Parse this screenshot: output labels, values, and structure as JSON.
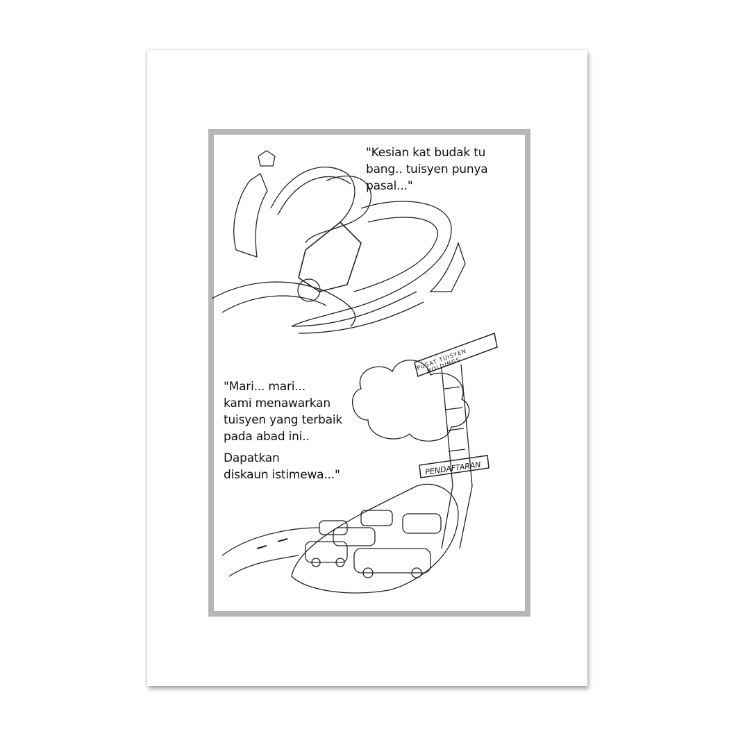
{
  "panel_top": {
    "caption": "\"Kesian kat budak tu\nbang.. tuisyen punya\npasal...\""
  },
  "panel_bottom": {
    "caption_1": "\"Mari... mari...\nkami menawarkan\ntuisyen yang terbaik\npada abad ini..",
    "caption_2": "Dapatkan\ndiskaun istimewa...\"",
    "tower_sign_line1": "PUSAT TUISYEN",
    "tower_sign_line2": "HOLDINGS",
    "ramp_sign": "PENDAFTARAN"
  },
  "colors": {
    "mat": "#b5b5ba",
    "ink": "#111111"
  }
}
